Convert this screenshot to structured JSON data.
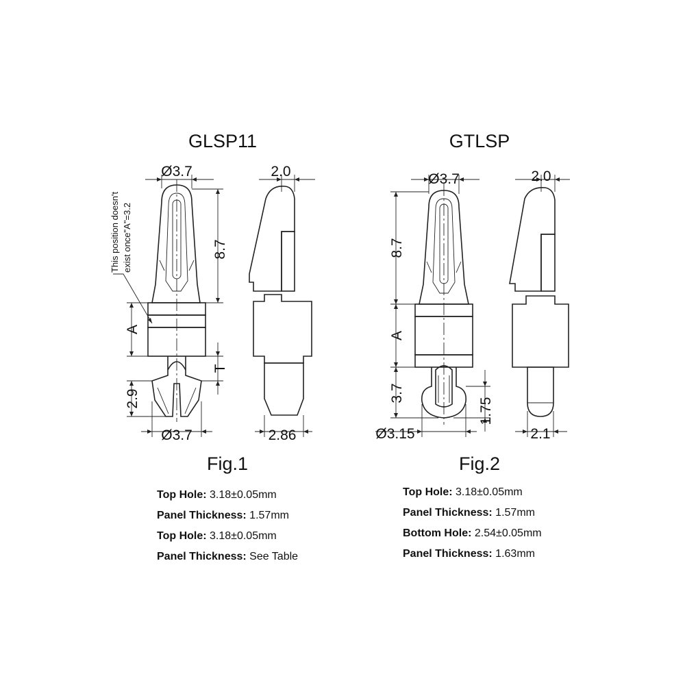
{
  "parts": {
    "left": {
      "title": "GLSP11",
      "fig": "Fig.1",
      "dims": {
        "top_dia": "Ø3.7",
        "top_width": "2.0",
        "upper_len": "8.7",
        "a": "A",
        "t": "T",
        "lower_len": "2.9",
        "bottom_dia": "Ø3.7",
        "bottom_width": "2.86"
      },
      "note_line1": "This position doesn't",
      "note_line2": "exist once\"A\"=3.2",
      "specs": [
        {
          "label": "Top Hole:",
          "value": "3.18±0.05mm"
        },
        {
          "label": "Panel Thickness:",
          "value": "1.57mm"
        },
        {
          "label": "Top Hole:",
          "value": "3.18±0.05mm"
        },
        {
          "label": "Panel Thickness:",
          "value": "See Table"
        }
      ]
    },
    "right": {
      "title": "GTLSP",
      "fig": "Fig.2",
      "dims": {
        "top_dia": "Ø3.7",
        "top_width": "2.0",
        "upper_len": "8.7",
        "a": "A",
        "lower_len": "3.7",
        "tip_len": "1.75",
        "bottom_dia": "Ø3.15",
        "bottom_width": "2.1"
      },
      "specs": [
        {
          "label": "Top Hole:",
          "value": "3.18±0.05mm"
        },
        {
          "label": "Panel Thickness:",
          "value": "1.57mm"
        },
        {
          "label": "Bottom Hole:",
          "value": "2.54±0.05mm"
        },
        {
          "label": "Panel Thickness:",
          "value": "1.63mm"
        }
      ]
    }
  },
  "colors": {
    "line": "#222222",
    "background": "#ffffff"
  }
}
